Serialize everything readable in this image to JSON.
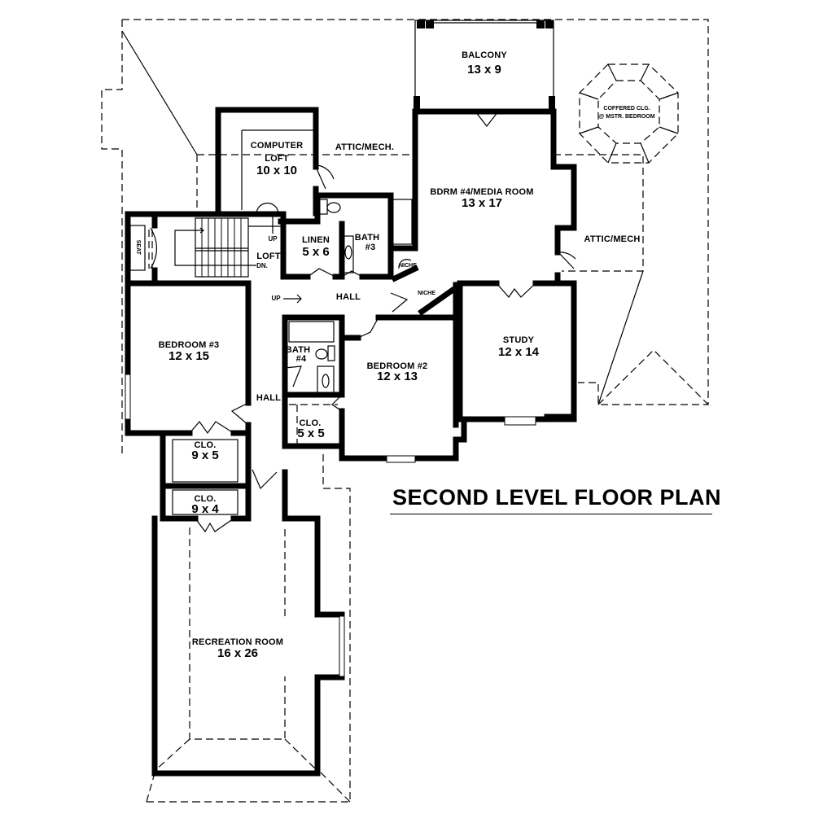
{
  "plan": {
    "title": "SECOND LEVEL FLOOR PLAN",
    "rooms": {
      "balcony": {
        "name": "BALCONY",
        "dims": "13 x 9"
      },
      "computer_loft": {
        "name": "COMPUTER",
        "name2": "LOFT",
        "dims": "10 x 10"
      },
      "attic_mech_top": {
        "name": "ATTIC/MECH."
      },
      "attic_mech_right": {
        "name": "ATTIC/MECH"
      },
      "coffered": {
        "line1": "COFFERED CLG.",
        "line2": "@ MSTR. BEDROOM"
      },
      "bdrm4": {
        "name": "BDRM #4/MEDIA ROOM",
        "dims": "13 x 17"
      },
      "linen": {
        "name": "LINEN",
        "dims": "5 x 6"
      },
      "bath3": {
        "name": "BATH",
        "num": "#3"
      },
      "loft": {
        "name": "LOFT"
      },
      "seat": {
        "name": "SEAT"
      },
      "hall_upper": {
        "name": "HALL"
      },
      "hall_left": {
        "name": "HALL"
      },
      "niche1": {
        "name": "NICHE"
      },
      "niche2": {
        "name": "NICHE"
      },
      "bedroom3": {
        "name": "BEDROOM #3",
        "dims": "12 x 15"
      },
      "bath4": {
        "name": "BATH",
        "num": "#4"
      },
      "bedroom2": {
        "name": "BEDROOM #2",
        "dims": "12 x 13"
      },
      "study": {
        "name": "STUDY",
        "dims": "12 x 14"
      },
      "clo_5x5": {
        "name": "CLO.",
        "dims": "5 x 5"
      },
      "clo_9x5": {
        "name": "CLO.",
        "dims": "9 x 5"
      },
      "clo_9x4": {
        "name": "CLO.",
        "dims": "9 x 4"
      },
      "recreation": {
        "name": "RECREATION ROOM",
        "dims": "16 x 26"
      }
    },
    "stairs": {
      "up1": "UP",
      "dn": "DN.",
      "up2": "UP"
    }
  }
}
